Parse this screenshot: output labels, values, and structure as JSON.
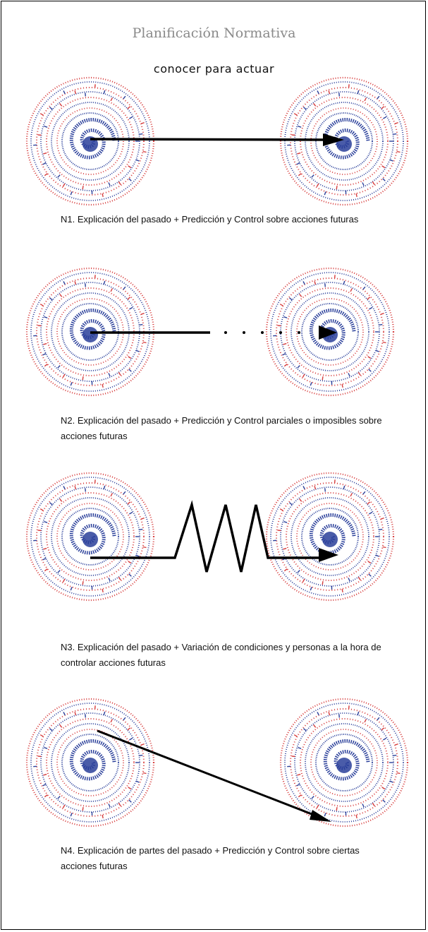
{
  "header": {
    "title": "Planificación Normativa",
    "subtitle": "conocer para actuar"
  },
  "colors": {
    "spiral_red": "#d63a3a",
    "spiral_blue": "#2a3f9a",
    "arrow": "#000000"
  },
  "panels": [
    {
      "id": "n1",
      "caption": "N1. Explicación del pasado + Predicción y Control sobre acciones futuras"
    },
    {
      "id": "n2",
      "caption": "N2. Explicación del pasado + Predicción y Control parciales o imposibles sobre acciones futuras"
    },
    {
      "id": "n3",
      "caption": "N3. Explicación del pasado + Variación de condiciones y personas a la hora de controlar acciones futuras"
    },
    {
      "id": "n4",
      "caption": "N4. Explicación de partes del pasado + Predicción y Control sobre ciertas acciones futuras"
    }
  ]
}
